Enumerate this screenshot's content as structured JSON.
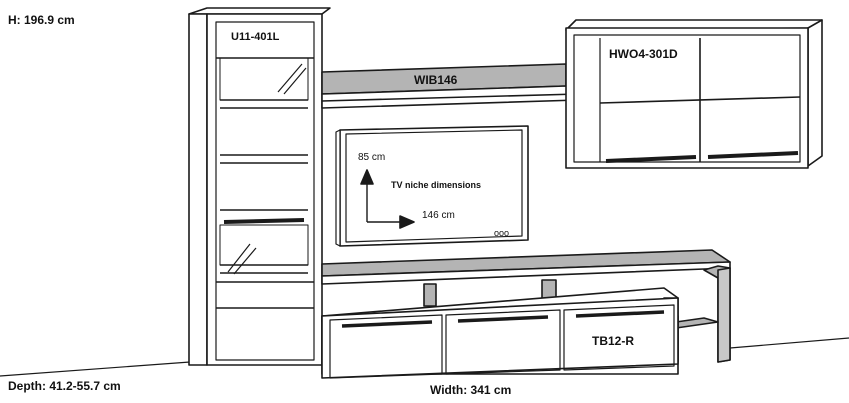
{
  "dimensions": {
    "height": "H: 196.9 cm",
    "depth": "Depth: 41.2-55.7 cm",
    "width": "Width: 341 cm"
  },
  "modules": {
    "tall_cabinet": "U11-401L",
    "wall_shelf": "WIB146",
    "wall_cabinet": "HWO4-301D",
    "tv_bench": "TB12-R"
  },
  "tv_niche": {
    "title": "TV niche dimensions",
    "height": "85 cm",
    "width": "146 cm",
    "power_dots": "ooo"
  },
  "colors": {
    "line": "#1a1a1a",
    "shelf_fill": "#b4b4b4",
    "panel_fill": "#ffffff",
    "dark_handle": "#1a1a1a"
  }
}
